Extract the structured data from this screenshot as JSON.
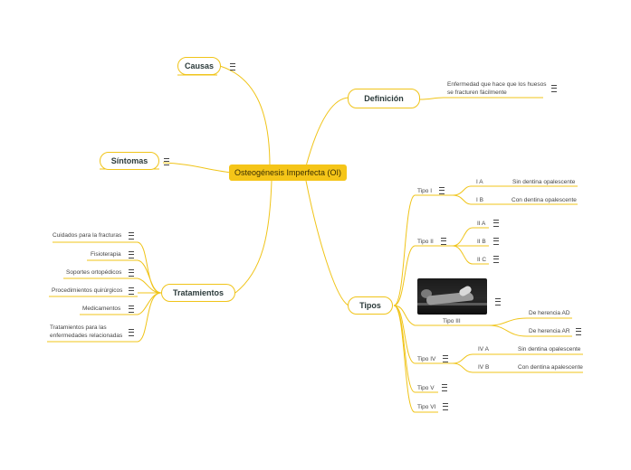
{
  "central": "Osteogénesis Imperfecta (OI)",
  "causas": "Causas",
  "sintomas": "Síntomas",
  "definicion": {
    "label": "Definición",
    "text_line1": "Enfermedad que hace que los huesos",
    "text_line2": "se fracturen fácilmente"
  },
  "tratamientos": {
    "label": "Tratamientos",
    "items": [
      "Cuidados para la fracturas",
      "Fisioterapia",
      "Soportes ortopédicos",
      "Procedimientos quirúrgicos",
      "Medicamentos"
    ],
    "last_line1": "Tratamientos para las",
    "last_line2": "enfermedades relacionadas"
  },
  "tipos": {
    "label": "Tipos",
    "tipo1": {
      "label": "Tipo I",
      "a": "I A",
      "b": "I B",
      "a_desc": "Sin dentina opalescente",
      "b_desc": "Con dentina opalescente"
    },
    "tipo2": {
      "label": "Tipo II",
      "a": "II A",
      "b": "II B",
      "c": "II C"
    },
    "tipo3": {
      "label": "Tipo III",
      "ad": "De herencia AD",
      "ar": "De herencia AR"
    },
    "tipo4": {
      "label": "Tipo IV",
      "a": "IV A",
      "b": "IV B",
      "a_desc": "Sin dentina opalescente",
      "b_desc": "Con dentina apalescente"
    },
    "tipo5": {
      "label": "Tipo V"
    },
    "tipo6": {
      "label": "Tipo VI"
    }
  },
  "colors": {
    "branch": "#f0c419",
    "central_bg": "#f5c518"
  },
  "icons": {
    "note": "note-icon",
    "photo": "photo-image"
  }
}
